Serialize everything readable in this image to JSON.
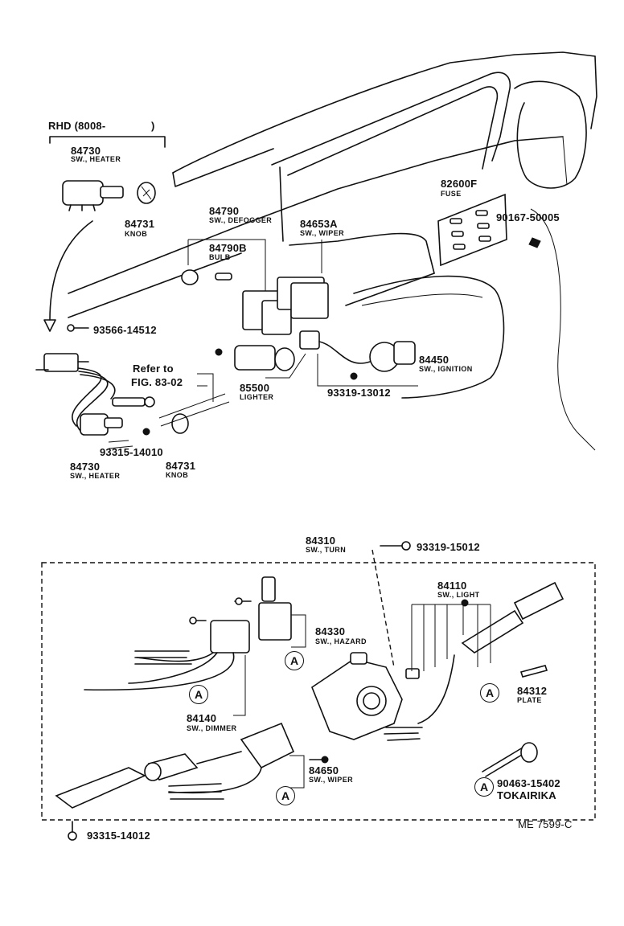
{
  "header": {
    "rhd_note": "RHD (8008-",
    "rhd_close": ")"
  },
  "parts": {
    "p84730_top": {
      "number": "84730",
      "name": "SW., HEATER"
    },
    "p84731_top": {
      "number": "84731",
      "name": "KNOB"
    },
    "p84790": {
      "number": "84790",
      "name": "SW., DEFOGGER"
    },
    "p84790B": {
      "number": "84790B",
      "name": "BULB"
    },
    "p84653A": {
      "number": "84653A",
      "name": "SW., WIPER"
    },
    "p82600F": {
      "number": "82600F",
      "name": "FUSE"
    },
    "p90167": {
      "number": "90167-50005"
    },
    "p93566": {
      "number": "93566-14512"
    },
    "ref_fig": {
      "line1": "Refer to",
      "line2": "FIG. 83-02"
    },
    "p85500": {
      "number": "85500",
      "name": "LIGHTER"
    },
    "p84450": {
      "number": "84450",
      "name": "SW., IGNITION"
    },
    "p93319_13012": {
      "number": "93319-13012"
    },
    "p93315_14010": {
      "number": "93315-14010"
    },
    "p84730_bottom": {
      "number": "84730",
      "name": "SW., HEATER"
    },
    "p84731_bottom": {
      "number": "84731",
      "name": "KNOB"
    },
    "p84310": {
      "number": "84310",
      "name": "SW., TURN"
    },
    "p93319_15012": {
      "number": "93319-15012"
    },
    "p84110": {
      "number": "84110",
      "name": "SW., LIGHT"
    },
    "p84330": {
      "number": "84330",
      "name": "SW., HAZARD"
    },
    "p84140": {
      "number": "84140",
      "name": "SW., DIMMER"
    },
    "p84312": {
      "number": "84312",
      "name": "PLATE"
    },
    "p84650": {
      "number": "84650",
      "name": "SW., WIPER"
    },
    "p90463": {
      "number": "90463-15402",
      "name": "TOKAIRIKA"
    },
    "p93315_14012": {
      "number": "93315-14012"
    }
  },
  "callout_letter": "A",
  "figure_code": "ME 7599-C"
}
